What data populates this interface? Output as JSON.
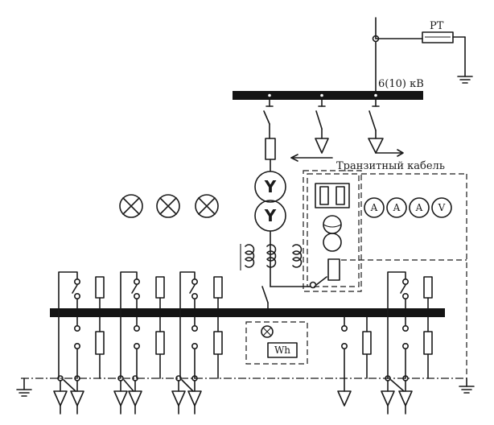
{
  "labels": {
    "relay": "РТ",
    "voltage": "6(10) кВ",
    "cable": "Транзитный кабель",
    "meter": "Wh"
  },
  "meters": [
    "A",
    "A",
    "A",
    "V"
  ],
  "transformer_winding": "Y",
  "indicator_lamps": 3
}
